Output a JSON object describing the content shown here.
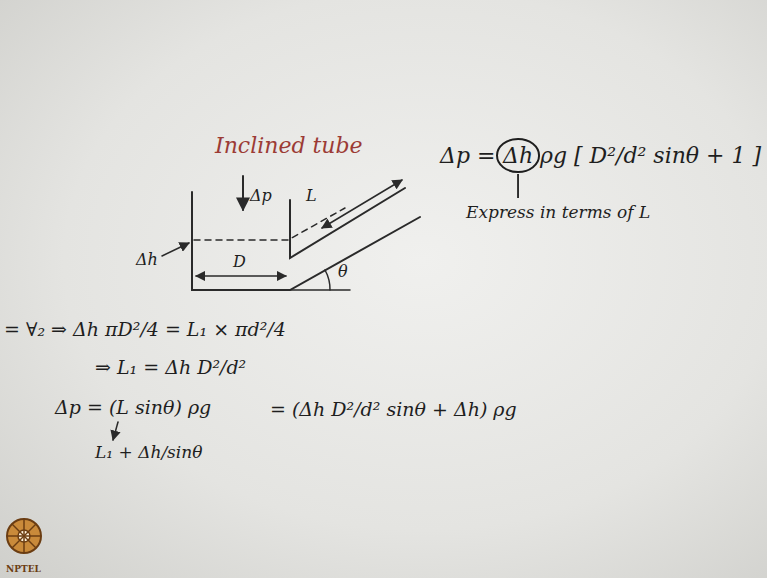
{
  "diagram": {
    "title": "Inclined tube",
    "labels": [
      "Δp =",
      "Δh",
      "ρg [ D²/d² sinθ + 1 ]",
      "Express in terms of L",
      "Δp",
      "L",
      "θ",
      "Δh",
      "D",
      "= ∀₂ ⇒ Δh πD²/4 = L₁ × πd²/4",
      "⇒ L₁ = Δh D²/d²",
      "Δp = (L sinθ) ρg",
      "= (Δh D²/d² sinθ + Δh) ρg",
      "L₁ + Δh/sinθ",
      "NPTEL"
    ]
  }
}
